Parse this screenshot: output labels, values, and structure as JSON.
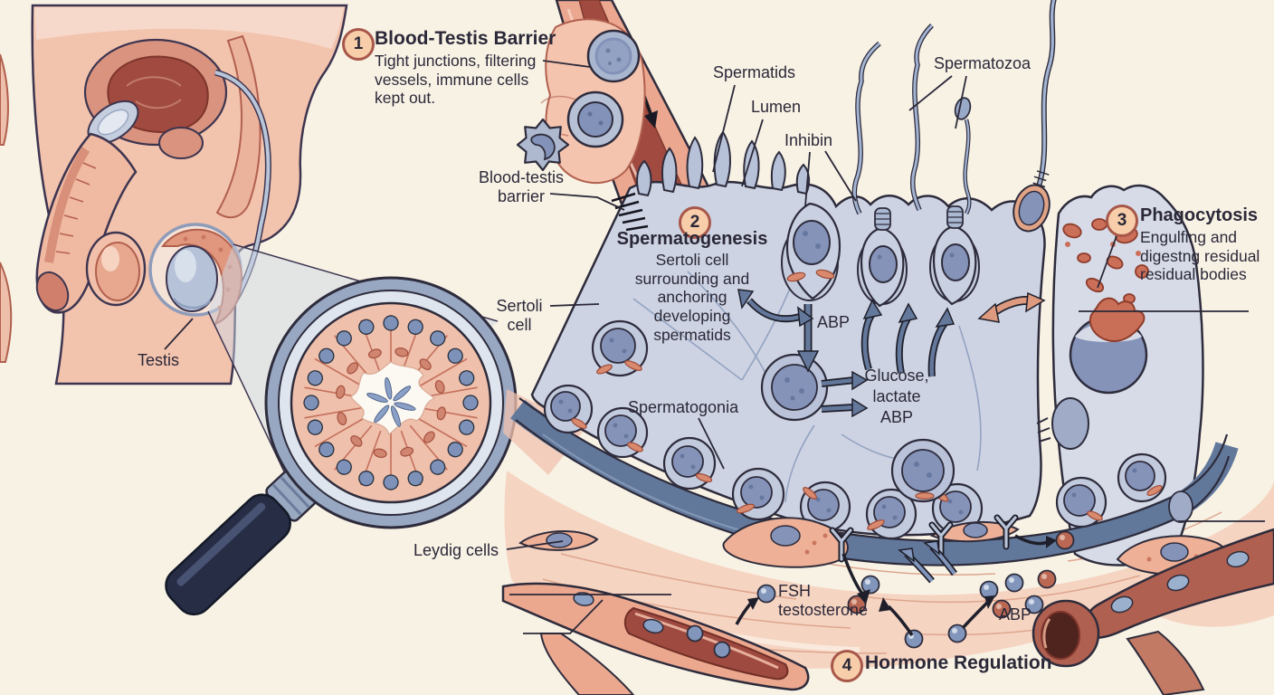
{
  "colors": {
    "background": "#f8f2e5",
    "ink": "#2b2838",
    "badge_fill": "#f7cdaa",
    "badge_border": "#a8584a",
    "sertoli_tissue": "#cdd3e2",
    "nucleus_blue": "#8593b9",
    "vessel_red": "#a04a40",
    "interstitium_pink": "#f6d4c2",
    "residual_body_red": "#cb6f58",
    "hormone_blue": "#8296bc",
    "hormone_red": "#ba6853"
  },
  "annotations": {
    "barrier": {
      "number": "1",
      "title": "Blood-Testis Barrier",
      "description": "Tight junctions, filtering\nvessels, immune cells\nkept out."
    },
    "spermatogenesis": {
      "number": "2",
      "title": "Spermatogenesis",
      "description": "Sertoli cell\nsurrounding and\nanchoring\ndeveloping\nspermatids"
    },
    "phagocytosis": {
      "number": "3",
      "title": "Phagocytosis",
      "description": "Engulfing and\ndigestng residual\nresidual bodies"
    },
    "hormone": {
      "number": "4",
      "title": "Hormone Regulation"
    }
  },
  "labels": {
    "spermatids": "Spermatids",
    "lumen": "Lumen",
    "inhibin": "Inhibin",
    "spermatozoa": "Spermatozoa",
    "blood_testis_barrier": "Blood-testis\nbarrier",
    "sertoli_cell": "Sertoli\ncell",
    "testis": "Testis",
    "abp_mid": "ABP",
    "glucose_lactate_abp": "Glucose,\nlactate\nABP",
    "spermatogonia": "Spermatogonia",
    "leydig_cells": "Leydig cells",
    "fsh_testosterone": "FSH\ntestosterone",
    "abp_bottom": "ABP"
  }
}
